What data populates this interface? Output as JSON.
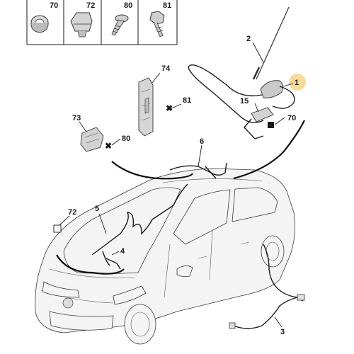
{
  "legend": {
    "items": [
      {
        "num": "70",
        "icon": "clip-icon"
      },
      {
        "num": "72",
        "icon": "fastener-clip-icon"
      },
      {
        "num": "80",
        "icon": "screw-icon"
      },
      {
        "num": "81",
        "icon": "bolt-icon"
      }
    ]
  },
  "callouts": {
    "n1": "1",
    "n2": "2",
    "n3": "3",
    "n4": "4",
    "n5": "5",
    "n6": "6",
    "n15": "15",
    "n70": "70",
    "n72": "72",
    "n73": "73",
    "n74": "74",
    "n80": "80",
    "n81": "81"
  },
  "colors": {
    "highlight": "#f7d48a",
    "line": "#1a1a1a",
    "car_fill": "#f4f4f4"
  }
}
